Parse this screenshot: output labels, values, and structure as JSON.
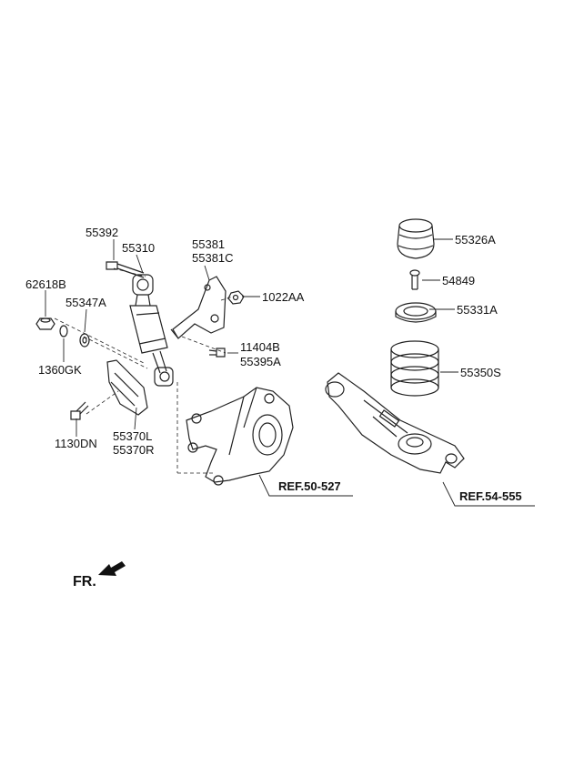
{
  "parts": {
    "p55392": "55392",
    "p55310": "55310",
    "p55381": "55381",
    "p55381C": "55381C",
    "p62618B": "62618B",
    "p55347A": "55347A",
    "p1022AA": "1022AA",
    "p11404B": "11404B",
    "p55395A": "55395A",
    "p1360GK": "1360GK",
    "p1130DN": "1130DN",
    "p55370L": "55370L",
    "p55370R": "55370R",
    "p55326A": "55326A",
    "p54849": "54849",
    "p55331A": "55331A",
    "p55350S": "55350S"
  },
  "refs": {
    "knuckle": "REF.50-527",
    "arm": "REF.54-555"
  },
  "front_marker": "FR."
}
